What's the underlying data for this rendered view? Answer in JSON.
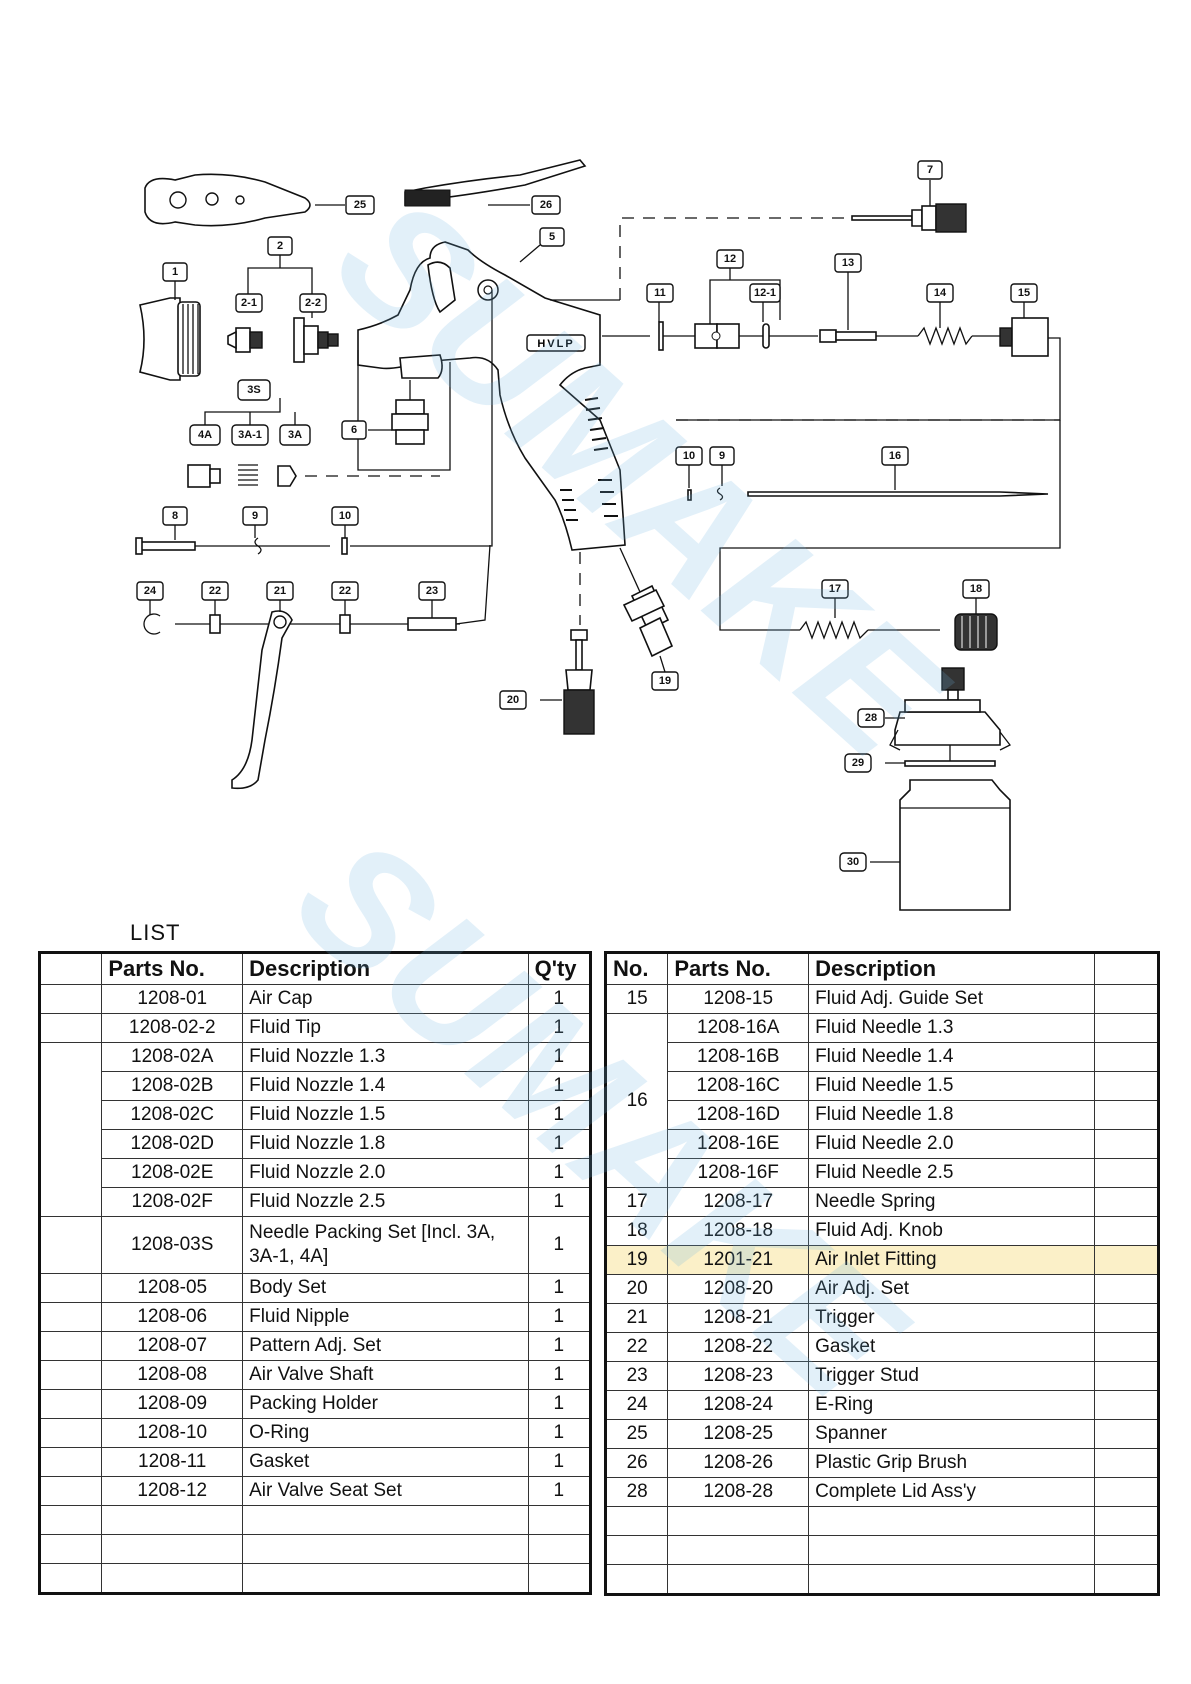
{
  "callouts": {
    "c1": "1",
    "c2": "2",
    "c2_1": "2-1",
    "c2_2": "2-2",
    "c3s": "3S",
    "c4a": "4A",
    "c3a_1": "3A-1",
    "c3a": "3A",
    "c5": "5",
    "c6": "6",
    "c7": "7",
    "c8": "8",
    "c9a": "9",
    "c9b": "9",
    "c10a": "10",
    "c10b": "10",
    "c11": "11",
    "c12": "12",
    "c12_1": "12-1",
    "c13": "13",
    "c14": "14",
    "c15": "15",
    "c16": "16",
    "c17": "17",
    "c18": "18",
    "c19": "19",
    "c20": "20",
    "c21": "21",
    "c22a": "22",
    "c22b": "22",
    "c23": "23",
    "c24": "24",
    "c25": "25",
    "c26": "26",
    "c28": "28",
    "c29": "29",
    "c30": "30"
  },
  "body_marking": "HVLP",
  "watermark": "SUMAKE",
  "list_heading": "LIST",
  "left_table": {
    "headers": [
      "",
      "Parts No.",
      "Description",
      "Q'ty"
    ],
    "rows": [
      {
        "no": "",
        "part": "1208-01",
        "desc": "Air Cap",
        "qty": "1"
      },
      {
        "no": "",
        "part": "1208-02-2",
        "desc": "Fluid Tip",
        "qty": "1"
      },
      {
        "no": "",
        "part": "1208-02A",
        "desc": "Fluid Nozzle 1.3",
        "qty": "1"
      },
      {
        "no": "",
        "part": "1208-02B",
        "desc": "Fluid Nozzle 1.4",
        "qty": "1"
      },
      {
        "no": "",
        "part": "1208-02C",
        "desc": "Fluid Nozzle 1.5",
        "qty": "1"
      },
      {
        "no": "",
        "part": "1208-02D",
        "desc": "Fluid Nozzle 1.8",
        "qty": "1"
      },
      {
        "no": "",
        "part": "1208-02E",
        "desc": "Fluid Nozzle 2.0",
        "qty": "1"
      },
      {
        "no": "",
        "part": "1208-02F",
        "desc": "Fluid Nozzle 2.5",
        "qty": "1"
      },
      {
        "no": "",
        "part": "1208-03S",
        "desc": "Needle Packing Set [Incl. 3A, 3A-1, 4A]",
        "qty": "1"
      },
      {
        "no": "",
        "part": "1208-05",
        "desc": "Body Set",
        "qty": "1"
      },
      {
        "no": "",
        "part": "1208-06",
        "desc": "Fluid Nipple",
        "qty": "1"
      },
      {
        "no": "",
        "part": "1208-07",
        "desc": "Pattern Adj. Set",
        "qty": "1"
      },
      {
        "no": "",
        "part": "1208-08",
        "desc": "Air Valve Shaft",
        "qty": "1"
      },
      {
        "no": "",
        "part": "1208-09",
        "desc": "Packing Holder",
        "qty": "1"
      },
      {
        "no": "",
        "part": "1208-10",
        "desc": "O-Ring",
        "qty": "1"
      },
      {
        "no": "",
        "part": "1208-11",
        "desc": "Gasket",
        "qty": "1"
      },
      {
        "no": "",
        "part": "1208-12",
        "desc": "Air Valve Seat Set",
        "qty": "1"
      },
      {
        "no": "",
        "part": "",
        "desc": "",
        "qty": ""
      },
      {
        "no": "",
        "part": "",
        "desc": "",
        "qty": ""
      },
      {
        "no": "",
        "part": "",
        "desc": "",
        "qty": ""
      }
    ]
  },
  "right_table": {
    "headers": [
      "No.",
      "Parts No.",
      "Description",
      ""
    ],
    "rows": [
      {
        "no": "15",
        "part": "1208-15",
        "desc": "Fluid Adj. Guide Set"
      },
      {
        "no": "16",
        "part": "1208-16A",
        "desc": "Fluid Needle 1.3"
      },
      {
        "no": "",
        "part": "1208-16B",
        "desc": "Fluid Needle 1.4"
      },
      {
        "no": "",
        "part": "1208-16C",
        "desc": "Fluid Needle 1.5"
      },
      {
        "no": "",
        "part": "1208-16D",
        "desc": "Fluid Needle 1.8"
      },
      {
        "no": "",
        "part": "1208-16E",
        "desc": "Fluid Needle 2.0"
      },
      {
        "no": "",
        "part": "1208-16F",
        "desc": "Fluid Needle 2.5"
      },
      {
        "no": "17",
        "part": "1208-17",
        "desc": "Needle Spring"
      },
      {
        "no": "18",
        "part": "1208-18",
        "desc": "Fluid Adj. Knob"
      },
      {
        "no": "19",
        "part": "1201-21",
        "desc": "Air Inlet Fitting"
      },
      {
        "no": "20",
        "part": "1208-20",
        "desc": "Air Adj. Set"
      },
      {
        "no": "21",
        "part": "1208-21",
        "desc": "Trigger"
      },
      {
        "no": "22",
        "part": "1208-22",
        "desc": "Gasket"
      },
      {
        "no": "23",
        "part": "1208-23",
        "desc": "Trigger Stud"
      },
      {
        "no": "24",
        "part": "1208-24",
        "desc": "E-Ring"
      },
      {
        "no": "25",
        "part": "1208-25",
        "desc": "Spanner"
      },
      {
        "no": "26",
        "part": "1208-26",
        "desc": "Plastic Grip Brush"
      },
      {
        "no": "28",
        "part": "1208-28",
        "desc": "Complete Lid Ass'y"
      },
      {
        "no": "",
        "part": "",
        "desc": ""
      },
      {
        "no": "",
        "part": "",
        "desc": ""
      },
      {
        "no": "",
        "part": "",
        "desc": ""
      }
    ]
  }
}
